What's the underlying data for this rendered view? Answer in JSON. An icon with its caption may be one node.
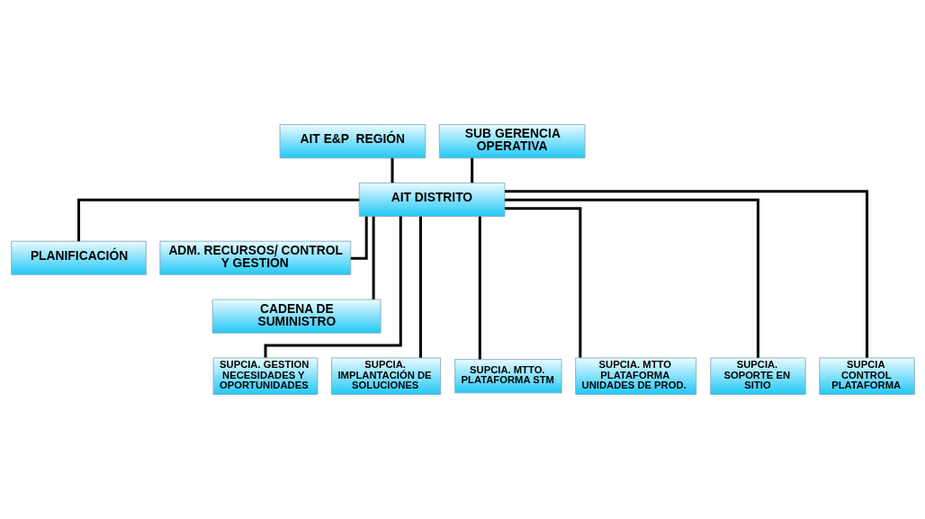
{
  "diagram": {
    "nodes": [
      {
        "text": [
          "AIT E&P  REGIÓN"
        ]
      },
      {
        "text": [
          "SUB GERENCIA OPERATIVA"
        ]
      },
      {
        "text": [
          "AIT DISTRITO"
        ]
      },
      {
        "text": [
          "PLANIFICACIÓN"
        ]
      },
      {
        "text": [
          "ADM. RECURSOS/ CONTROL Y GESTIÓN"
        ]
      },
      {
        "text": [
          "CADENA DE SUMINISTRO"
        ]
      },
      {
        "text": [
          "SUPCIA. GESTION NECESIDADES Y OPORTUNIDADES"
        ]
      },
      {
        "text": [
          "SUPCIA. IMPLANTACIÓN DE SOLUCIONES"
        ]
      },
      {
        "text": [
          "SUPCIA. MTTO. PLATAFORMA STM"
        ]
      },
      {
        "text": [
          "SUPCIA. MTTO PLATAFORMA UNIDADES DE PROD."
        ]
      },
      {
        "text": [
          "SUPCIA. SOPORTE EN SITIO"
        ]
      },
      {
        "text": [
          "SUPCIA CONTROL PLATAFORMA"
        ]
      }
    ],
    "edges": [
      {
        "from": 0,
        "to": 2,
        "arrow": "none"
      },
      {
        "from": 1,
        "to": 2,
        "arrow": "none"
      },
      {
        "from": 2,
        "to": 3,
        "arrow": "none"
      },
      {
        "from": 2,
        "to": 4,
        "arrow": "none"
      },
      {
        "from": 2,
        "to": 5,
        "arrow": "none"
      },
      {
        "from": 2,
        "to": 6,
        "arrow": "none"
      },
      {
        "from": 2,
        "to": 7,
        "arrow": "none"
      },
      {
        "from": 2,
        "to": 8,
        "arrow": "none"
      },
      {
        "from": 2,
        "to": 9,
        "arrow": "none"
      },
      {
        "from": 2,
        "to": 10,
        "arrow": "none"
      },
      {
        "from": 2,
        "to": 11,
        "arrow": "none"
      }
    ]
  }
}
